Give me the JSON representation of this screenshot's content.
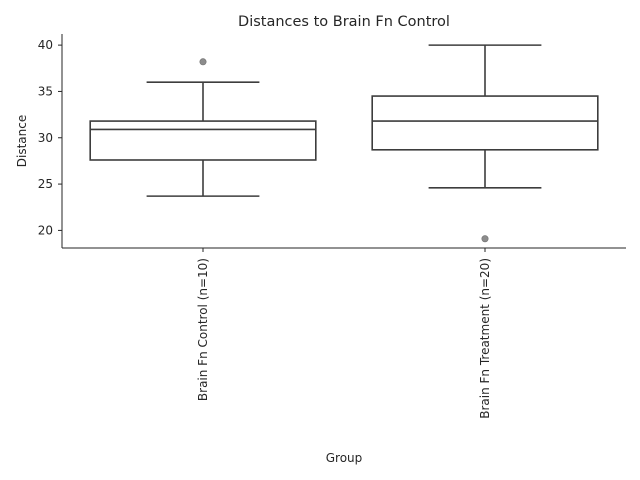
{
  "chart_data": {
    "type": "box",
    "title": "Distances to Brain Fn Control",
    "xlabel": "Group",
    "ylabel": "Distance",
    "ylim": [
      18.1,
      41.2
    ],
    "yticks": [
      20,
      25,
      30,
      35,
      40
    ],
    "grid": false,
    "categories": [
      "Brain Fn Control (n=10)",
      "Brain Fn Treatment (n=20)"
    ],
    "boxes": [
      {
        "category": "Brain Fn Control (n=10)",
        "whisker_low": 23.7,
        "q1": 27.6,
        "median": 30.9,
        "q3": 31.8,
        "whisker_high": 36.0,
        "outliers": [
          38.2
        ]
      },
      {
        "category": "Brain Fn Treatment (n=20)",
        "whisker_low": 24.6,
        "q1": 28.7,
        "median": 31.8,
        "q3": 34.5,
        "whisker_high": 40.0,
        "outliers": [
          19.1
        ]
      }
    ],
    "colors": {
      "box_edge": "#3d3d3d",
      "box_fill": "#ffffff",
      "flier": "#8c8c8c",
      "text": "#262626"
    }
  }
}
